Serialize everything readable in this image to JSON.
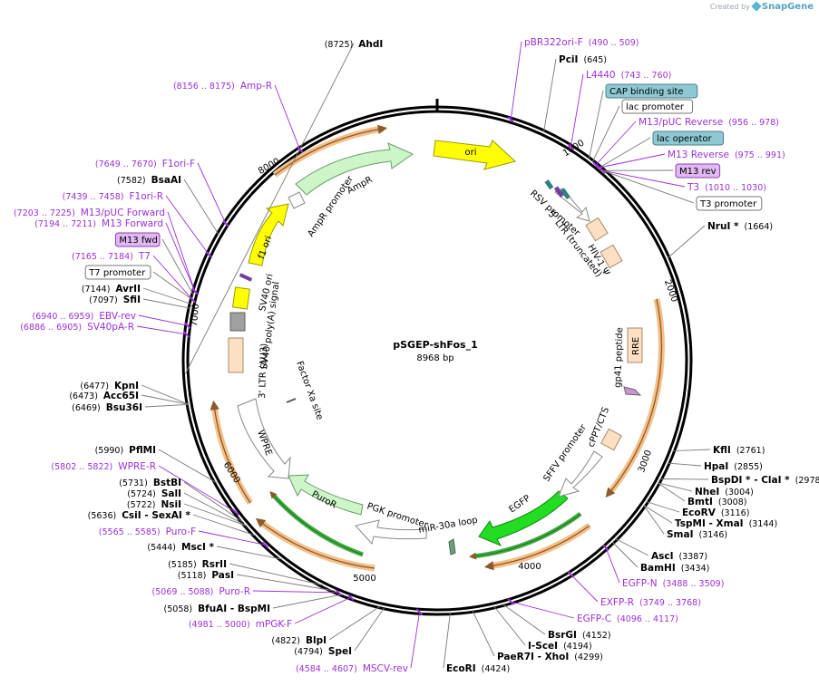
{
  "watermark": {
    "prefix": "Created by",
    "brand": "SnapGene"
  },
  "plasmid": {
    "name": "pSGEP-shFos_1",
    "length": "8968 bp"
  },
  "ticks": [
    "1000",
    "2000",
    "3000",
    "4000",
    "5000",
    "6000",
    "7000",
    "8000"
  ],
  "sites": [
    {
      "type": "enzyme",
      "name": "AhdI",
      "pos": "(8725)"
    },
    {
      "type": "primer",
      "name": "pBR322ori-F",
      "pos": "(490 .. 509)"
    },
    {
      "type": "enzyme",
      "name": "PciI",
      "pos": "(645)"
    },
    {
      "type": "primer",
      "name": "L4440",
      "pos": "(743 .. 760)"
    },
    {
      "type": "box",
      "name": "CAP binding site",
      "fill": "#8ec9d3",
      "border": "#4d7e87"
    },
    {
      "type": "box",
      "name": "lac promoter",
      "fill": "#ffffff",
      "border": "#777777"
    },
    {
      "type": "primer",
      "name": "M13/pUC Reverse",
      "pos": "(956 .. 978)"
    },
    {
      "type": "box",
      "name": "lac operator",
      "fill": "#8ec9d3",
      "border": "#4d7e87"
    },
    {
      "type": "primer",
      "name": "M13 Reverse",
      "pos": "(975 .. 991)"
    },
    {
      "type": "box",
      "name": "M13 rev",
      "fill": "#e0b8f2",
      "border": "#8b3fb0"
    },
    {
      "type": "primer",
      "name": "T3",
      "pos": "(1010 .. 1030)"
    },
    {
      "type": "box",
      "name": "T3 promoter",
      "fill": "#ffffff",
      "border": "#777777"
    },
    {
      "type": "enzyme",
      "name": "NruI *",
      "pos": "(1664)"
    },
    {
      "type": "enzyme",
      "name": "KflI",
      "pos": "(2761)"
    },
    {
      "type": "enzyme",
      "name": "HpaI",
      "pos": "(2855)"
    },
    {
      "type": "enzyme",
      "name": "BspDI * - ClaI *",
      "pos": "(2978)"
    },
    {
      "type": "enzyme",
      "name": "NheI",
      "pos": "(3004)"
    },
    {
      "type": "enzyme",
      "name": "BmtI",
      "pos": "(3008)"
    },
    {
      "type": "enzyme",
      "name": "EcoRV",
      "pos": "(3116)"
    },
    {
      "type": "enzyme",
      "name": "TspMI - XmaI",
      "pos": "(3144)"
    },
    {
      "type": "enzyme",
      "name": "SmaI",
      "pos": "(3146)"
    },
    {
      "type": "enzyme",
      "name": "AscI",
      "pos": "(3387)"
    },
    {
      "type": "enzyme",
      "name": "BamHI",
      "pos": "(3434)"
    },
    {
      "type": "primer",
      "name": "EGFP-N",
      "pos": "(3488 .. 3509)"
    },
    {
      "type": "primer",
      "name": "EXFP-R",
      "pos": "(3749 .. 3768)"
    },
    {
      "type": "primer",
      "name": "EGFP-C",
      "pos": "(4096 .. 4117)"
    },
    {
      "type": "enzyme",
      "name": "BsrGI",
      "pos": "(4152)"
    },
    {
      "type": "enzyme",
      "name": "I-SceI",
      "pos": "(4194)"
    },
    {
      "type": "enzyme",
      "name": "PaeR7I - XhoI",
      "pos": "(4299)"
    },
    {
      "type": "enzyme",
      "name": "EcoRI",
      "pos": "(4424)"
    },
    {
      "type": "primer",
      "name": "MSCV-rev",
      "pos": "(4584 .. 4607)"
    },
    {
      "type": "enzyme",
      "name": "SpeI",
      "pos": "(4794)"
    },
    {
      "type": "enzyme",
      "name": "BlpI",
      "pos": "(4822)"
    },
    {
      "type": "primer",
      "name": "mPGK-F",
      "pos": "(4981 .. 5000)"
    },
    {
      "type": "enzyme",
      "name": "BfuAI - BspMI",
      "pos": "(5058)"
    },
    {
      "type": "primer",
      "name": "Puro-R",
      "pos": "(5069 .. 5088)"
    },
    {
      "type": "enzyme",
      "name": "PasI",
      "pos": "(5118)"
    },
    {
      "type": "enzyme",
      "name": "RsrII",
      "pos": "(5185)"
    },
    {
      "type": "enzyme",
      "name": "MscI *",
      "pos": "(5444)"
    },
    {
      "type": "primer",
      "name": "Puro-F",
      "pos": "(5565 .. 5585)"
    },
    {
      "type": "enzyme",
      "name": "CsiI - SexAI *",
      "pos": "(5636)"
    },
    {
      "type": "enzyme",
      "name": "NsiI",
      "pos": "(5722)"
    },
    {
      "type": "enzyme",
      "name": "SalI",
      "pos": "(5724)"
    },
    {
      "type": "enzyme",
      "name": "BstBI",
      "pos": "(5731)"
    },
    {
      "type": "primer",
      "name": "WPRE-R",
      "pos": "(5802 .. 5822)"
    },
    {
      "type": "enzyme",
      "name": "PflMI",
      "pos": "(5990)"
    },
    {
      "type": "enzyme",
      "name": "Bsu36I",
      "pos": "(6469)"
    },
    {
      "type": "enzyme",
      "name": "Acc65I",
      "pos": "(6473)"
    },
    {
      "type": "enzyme",
      "name": "KpnI",
      "pos": "(6477)"
    },
    {
      "type": "primer",
      "name": "SV40pA-R",
      "pos": "(6886 .. 6905)"
    },
    {
      "type": "primer",
      "name": "EBV-rev",
      "pos": "(6940 .. 6959)"
    },
    {
      "type": "enzyme",
      "name": "SfiI",
      "pos": "(7097)"
    },
    {
      "type": "enzyme",
      "name": "AvrII",
      "pos": "(7144)"
    },
    {
      "type": "box",
      "name": "T7 promoter",
      "fill": "#ffffff",
      "border": "#777777"
    },
    {
      "type": "primer",
      "name": "T7",
      "pos": "(7165 .. 7184)"
    },
    {
      "type": "box",
      "name": "M13 fwd",
      "fill": "#e0b8f2",
      "border": "#8b3fb0"
    },
    {
      "type": "primer",
      "name": "M13 Forward",
      "pos": "(7194 .. 7211)"
    },
    {
      "type": "primer",
      "name": "M13/pUC Forward",
      "pos": "(7203 .. 7225)"
    },
    {
      "type": "primer",
      "name": "F1ori-R",
      "pos": "(7439 .. 7458)"
    },
    {
      "type": "enzyme",
      "name": "BsaAI",
      "pos": "(7582)"
    },
    {
      "type": "primer",
      "name": "F1ori-F",
      "pos": "(7649 .. 7670)"
    },
    {
      "type": "primer",
      "name": "Amp-R",
      "pos": "(8156 .. 8175)"
    }
  ],
  "features": [
    {
      "name": "ori",
      "fill": "#ffff00",
      "stroke": "#9a9a00"
    },
    {
      "name": "AmpR",
      "fill": "#ccf5c8",
      "stroke": "#6a9a6a"
    },
    {
      "name": "AmpR promoter",
      "fill": "#ffffff",
      "stroke": "#888888"
    },
    {
      "name": "f1 ori",
      "fill": "#ffff00",
      "stroke": "#9a9a00"
    },
    {
      "name": "SV40 ori",
      "fill": "#ffff00",
      "stroke": "#9a9a00"
    },
    {
      "name": "SV40 poly(A) signal",
      "fill": "#a0a0a0",
      "stroke": "#606060"
    },
    {
      "name": "3' LTR (ΔU3)",
      "fill": "#fde0c4",
      "stroke": "#a88a6a"
    },
    {
      "name": "Factor Xa site",
      "fill": "#ffffff",
      "stroke": "#888888"
    },
    {
      "name": "WPRE",
      "fill": "#ffffff",
      "stroke": "#888888"
    },
    {
      "name": "PuroR",
      "fill": "#ccf5c8",
      "stroke": "#6a9a6a"
    },
    {
      "name": "PGK promoter",
      "fill": "#ffffff",
      "stroke": "#888888"
    },
    {
      "name": "miR-30a loop",
      "fill": "#6ea07a",
      "stroke": "#3e6a4a"
    },
    {
      "name": "EGFP",
      "fill": "#22dd22",
      "stroke": "#108810"
    },
    {
      "name": "SFFV promoter",
      "fill": "#ffffff",
      "stroke": "#888888"
    },
    {
      "name": "cPPT/CTS",
      "fill": "#fde0c4",
      "stroke": "#a88a6a"
    },
    {
      "name": "gp41 peptide",
      "fill": "#c49acb",
      "stroke": "#7a5a82"
    },
    {
      "name": "RRE",
      "fill": "#fde0c4",
      "stroke": "#a88a6a"
    },
    {
      "name": "HIV-1 Ψ",
      "fill": "#fde0c4",
      "stroke": "#a88a6a"
    },
    {
      "name": "5' LTR (truncated)",
      "fill": "#fde0c4",
      "stroke": "#a88a6a"
    },
    {
      "name": "RSV promoter",
      "fill": "#ffffff",
      "stroke": "#888888"
    }
  ],
  "colors": {
    "enzyme": "#000000",
    "primer": "#9b30d9",
    "orfArc": "#f5c088",
    "orfArcEdge": "#8a5a2a",
    "greenArc": "#3fae3f"
  }
}
